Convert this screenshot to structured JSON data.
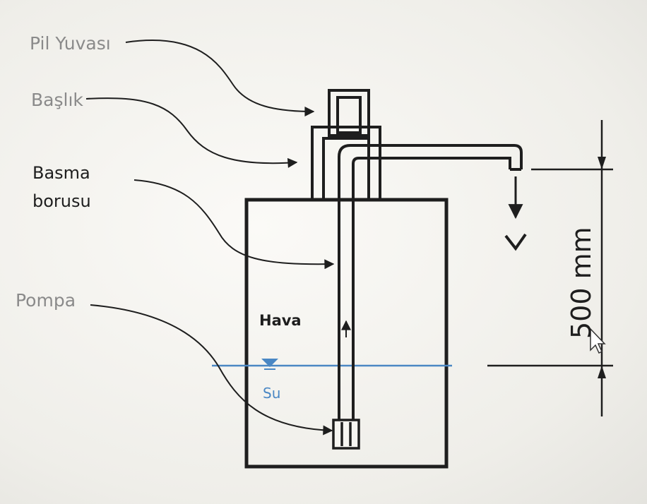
{
  "labels": {
    "battery_housing": "Pil Yuvası",
    "head": "Başlık",
    "discharge_pipe_line1": "Basma",
    "discharge_pipe_line2": "borusu",
    "pump": "Pompa",
    "air": "Hava",
    "water": "Su",
    "height": "500 mm"
  },
  "colors": {
    "line": "#1e1e1e",
    "water_line": "#4a87c4",
    "callout_gray": "#8a8a8a"
  }
}
